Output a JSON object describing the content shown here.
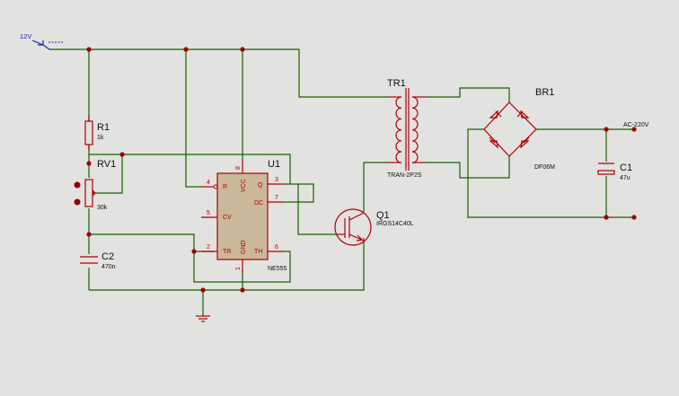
{
  "power": {
    "label": "12V"
  },
  "r1": {
    "ref": "R1",
    "value": "1k"
  },
  "rv1": {
    "ref": "RV1",
    "value": "30k"
  },
  "c2": {
    "ref": "C2",
    "value": "470n"
  },
  "u1": {
    "ref": "U1",
    "part": "NE555",
    "pins": {
      "r": "R",
      "r_num": "4",
      "cv": "CV",
      "cv_num": "5",
      "tr": "TR",
      "tr_num": "2",
      "vcc": "VCC",
      "vcc_num": "8",
      "gnd": "GND",
      "gnd_num": "1",
      "q": "Q",
      "q_num": "3",
      "dc": "DC",
      "dc_num": "7",
      "th": "TH",
      "th_num": "6"
    }
  },
  "tr1": {
    "ref": "TR1",
    "part": "TRAN-2P2S"
  },
  "q1": {
    "ref": "Q1",
    "part": "IRGS14C40L"
  },
  "br1": {
    "ref": "BR1",
    "part": "DF06M"
  },
  "c1": {
    "ref": "C1",
    "value": "47u"
  },
  "output": {
    "label": "AC-220V"
  },
  "colors": {
    "background": "#e2e2e0",
    "wire": "#166200",
    "component": "#b00000",
    "chip_fill": "#c9b89a"
  }
}
